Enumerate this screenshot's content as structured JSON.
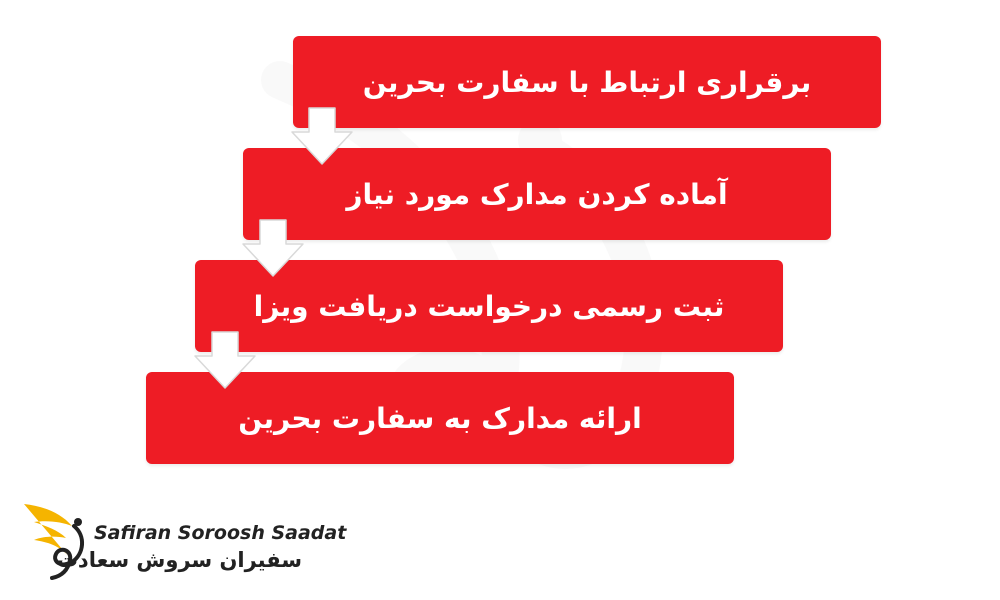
{
  "colors": {
    "step_bg": "#ee1c25",
    "step_text": "#ffffff",
    "arrow_fill": "#ffffff",
    "logo_gold": "#f5b400",
    "logo_text": "#222222"
  },
  "steps": [
    {
      "label": "برقراری ارتباط با سفارت بحرین"
    },
    {
      "label": "آماده کردن مدارک مورد نیاز"
    },
    {
      "label": "ثبت رسمی درخواست دریافت ویزا"
    },
    {
      "label": "ارائه مدارک به سفارت بحرین"
    }
  ],
  "connector_icon": "arrow-down-icon",
  "logo": {
    "name_en": "Safiran Soroosh Saadat",
    "name_fa": "سفیران سروش سعادت",
    "icon": "swan-wing-icon"
  }
}
